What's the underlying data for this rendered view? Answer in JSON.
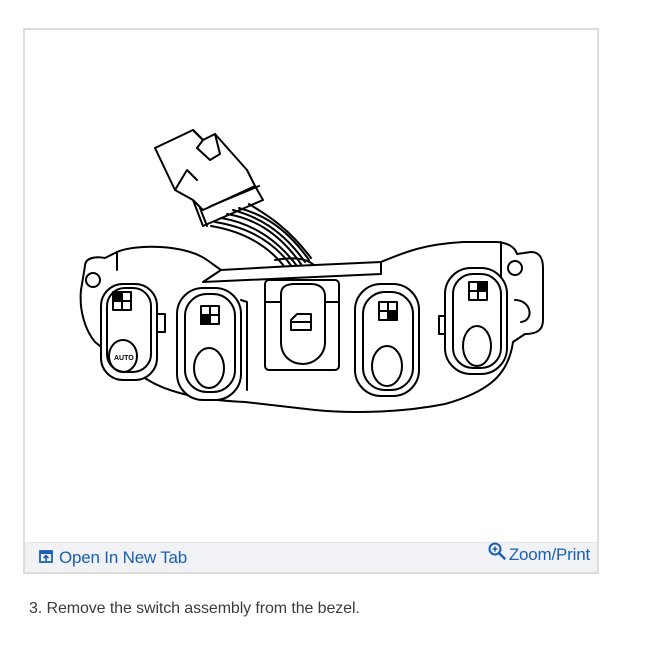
{
  "figure": {
    "image_alt": "Window switch assembly with connector and wiring harness",
    "switch_label": "AUTO",
    "toolbar": {
      "open_new_tab": {
        "label": "Open In New Tab",
        "icon": "open-in-new-tab-icon"
      },
      "zoom_print": {
        "label": "Zoom/Print",
        "icon": "zoom-in-icon"
      }
    }
  },
  "caption": "3. Remove the switch assembly from the bezel.",
  "colors": {
    "link": "#1a5fb4",
    "toolbar_bg": "#f0f2f6",
    "card_border": "#dcdcdc",
    "caption_text": "#3c3c3c"
  }
}
